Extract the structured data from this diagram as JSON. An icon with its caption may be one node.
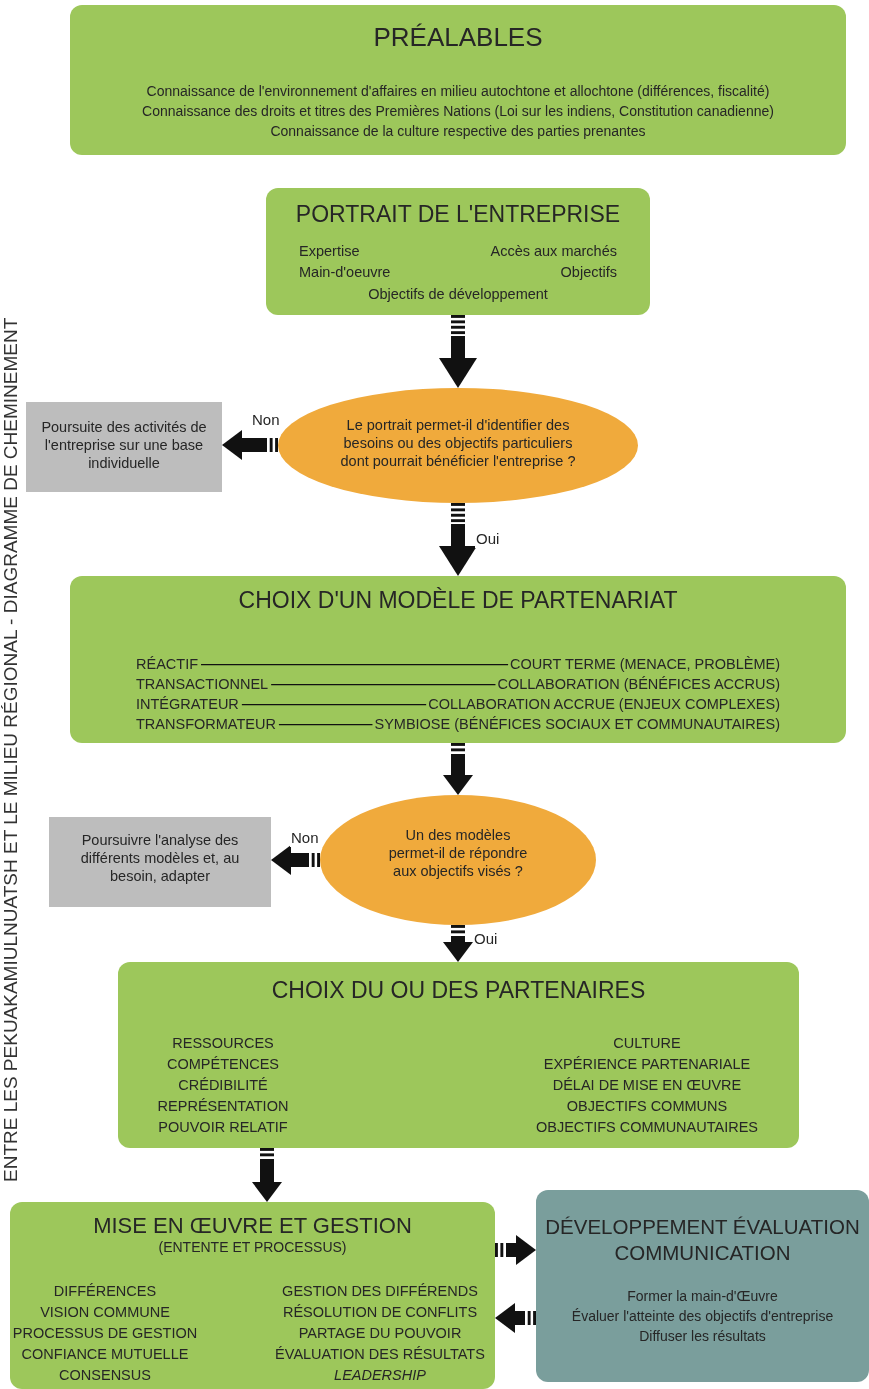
{
  "diagram": {
    "title": "ENTRE LES PEKUAKAMIULNUATSH ET LE MILIEU RÉGIONAL - DIAGRAMME DE CHEMINEMENT",
    "nodes": [
      {
        "text": [
          "PRÉALABLES",
          "Connaissance de l'environnement d'affaires en milieu autochtone et allochtone (différences, fiscalité)",
          "Connaissance des droits et titres des Premières Nations (Loi sur les indiens, Constitution canadienne)",
          "Connaissance de la culture respective des parties prenantes"
        ]
      },
      {
        "text": [
          "PORTRAIT DE L'ENTREPRISE",
          "Expertise",
          "Accès aux marchés",
          "Main-d'oeuvre",
          "Objectifs",
          "Objectifs de développement"
        ]
      },
      {
        "text": [
          "Le portrait permet-il d'identifier des besoins ou des objectifs particuliers dont pourrait bénéficier l'entreprise ?"
        ]
      },
      {
        "text": [
          "Poursuite des activités de l'entreprise sur une base individuelle"
        ]
      },
      {
        "text": [
          "CHOIX D'UN MODÈLE DE PARTENARIAT"
        ]
      },
      {
        "text": [
          "RÉACTIF"
        ],
        "in": 4
      },
      {
        "text": [
          "COURT  TERME (MENACE, PROBLÈME)"
        ],
        "in": 4
      },
      {
        "text": [
          "TRANSACTIONNEL"
        ],
        "in": 4
      },
      {
        "text": [
          "COLLABORATION (BÉNÉFICES ACCRUS)"
        ],
        "in": 4
      },
      {
        "text": [
          "INTÉGRATEUR"
        ],
        "in": 4
      },
      {
        "text": [
          "COLLABORATION ACCRUE (ENJEUX COMPLEXES)"
        ],
        "in": 4
      },
      {
        "text": [
          "TRANSFORMATEUR"
        ],
        "in": 4
      },
      {
        "text": [
          "SYMBIOSE (BÉNÉFICES SOCIAUX ET COMMUNAUTAIRES)"
        ],
        "in": 4
      },
      {
        "text": [
          "Un des modèles permet-il de répondre aux objectifs visés ?"
        ]
      },
      {
        "text": [
          "Poursuivre l'analyse des différents modèles et, au besoin, adapter"
        ]
      },
      {
        "text": [
          "CHOIX DU OU DES PARTENAIRES",
          "RESSOURCES",
          "COMPÉTENCES",
          "CRÉDIBILITÉ",
          "REPRÉSENTATION",
          "POUVOIR RELATIF",
          "CULTURE",
          "EXPÉRIENCE PARTENARIALE",
          "DÉLAI DE MISE EN ŒUVRE",
          "OBJECTIFS COMMUNS",
          "OBJECTIFS COMMUNAUTAIRES"
        ]
      },
      {
        "text": [
          "MISE EN ŒUVRE ET GESTION",
          "(ENTENTE ET PROCESSUS)",
          "DIFFÉRENCES",
          "VISION COMMUNE",
          "PROCESSUS DE GESTION",
          "CONFIANCE MUTUELLE",
          "CONSENSUS",
          "GESTION DES DIFFÉRENDS",
          "RÉSOLUTION DE CONFLITS",
          "PARTAGE DU POUVOIR",
          "ÉVALUATION DES RÉSULTATS",
          "LEADERSHIP"
        ]
      },
      {
        "text": [
          "DÉVELOPPEMENT ÉVALUATION COMMUNICATION",
          "Former la main-d'Œuvre",
          "Évaluer l'atteinte des objectifs d'entreprise",
          "Diffuser les résultats"
        ]
      }
    ],
    "edges": [
      {
        "from": 1,
        "to": 2,
        "arrow": "to"
      },
      {
        "from": 2,
        "to": 3,
        "arrow": "to",
        "label": "Non"
      },
      {
        "from": 2,
        "to": 4,
        "arrow": "to",
        "label": "Oui"
      },
      {
        "from": 5,
        "to": 6,
        "arrow": "none"
      },
      {
        "from": 7,
        "to": 8,
        "arrow": "none"
      },
      {
        "from": 9,
        "to": 10,
        "arrow": "none"
      },
      {
        "from": 11,
        "to": 12,
        "arrow": "none"
      },
      {
        "from": 4,
        "to": 13,
        "arrow": "to"
      },
      {
        "from": 13,
        "to": 14,
        "arrow": "to",
        "label": "Non"
      },
      {
        "from": 13,
        "to": 15,
        "arrow": "to",
        "label": "Oui"
      },
      {
        "from": 15,
        "to": 16,
        "arrow": "to"
      },
      {
        "from": 16,
        "to": 17,
        "arrow": "to"
      },
      {
        "from": 17,
        "to": 16,
        "arrow": "to"
      }
    ]
  }
}
